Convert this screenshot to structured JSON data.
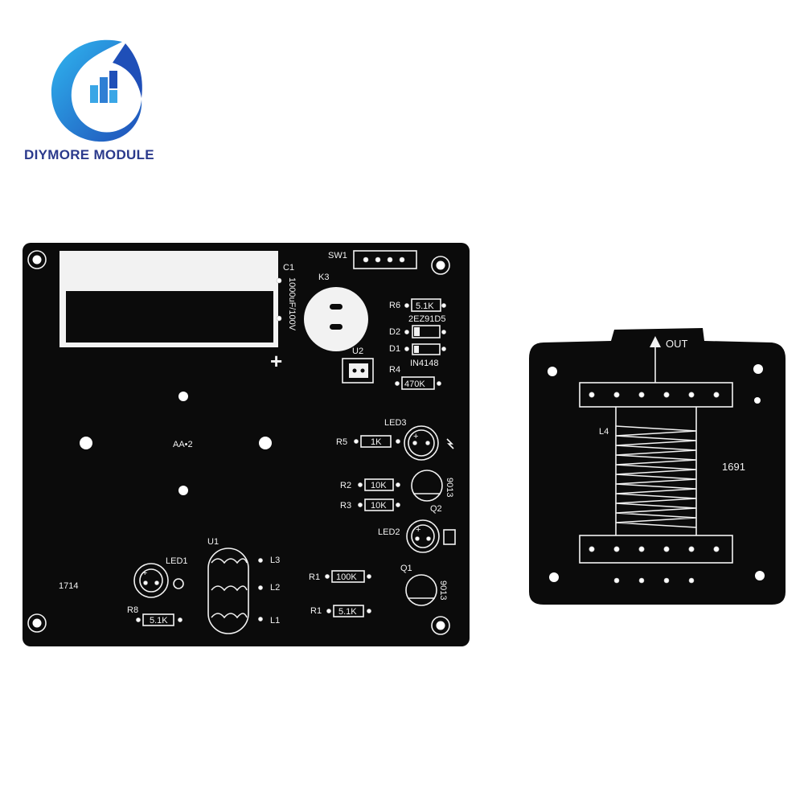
{
  "brand": {
    "name": "DIYMORE MODULE",
    "logo_icon": "diymore-logo-icon"
  },
  "main_board": {
    "capacitor": {
      "ref": "C1",
      "value": "1000uF/100V",
      "polarity": "+"
    },
    "switch": {
      "ref": "SW1"
    },
    "relay": {
      "ref": "K3"
    },
    "u2": {
      "ref": "U2"
    },
    "battery": {
      "label": "AA•2"
    },
    "board_id": "1714",
    "resistors": [
      {
        "ref": "R6",
        "value": "5.1K"
      },
      {
        "ref": "R4",
        "value": "470K"
      },
      {
        "ref": "R5",
        "value": "1K"
      },
      {
        "ref": "R2",
        "value": "10K"
      },
      {
        "ref": "R3",
        "value": "10K"
      },
      {
        "ref": "R1",
        "value": "100K"
      },
      {
        "ref": "R1",
        "value": "5.1K"
      },
      {
        "ref": "R8",
        "value": "5.1K"
      }
    ],
    "diodes": [
      {
        "ref": "D2",
        "value": "2EZ91D5"
      },
      {
        "ref": "D1",
        "value": "IN4148"
      }
    ],
    "leds": [
      "LED1",
      "LED2",
      "LED3"
    ],
    "transistors": [
      {
        "ref": "Q1",
        "value": "9013"
      },
      {
        "ref": "Q2",
        "value": "9013"
      }
    ],
    "coil": {
      "ref": "U1",
      "taps": [
        "L3",
        "L2",
        "L1"
      ]
    }
  },
  "coil_board": {
    "out_label": "OUT",
    "inductor": "L4",
    "board_id": "1691"
  }
}
